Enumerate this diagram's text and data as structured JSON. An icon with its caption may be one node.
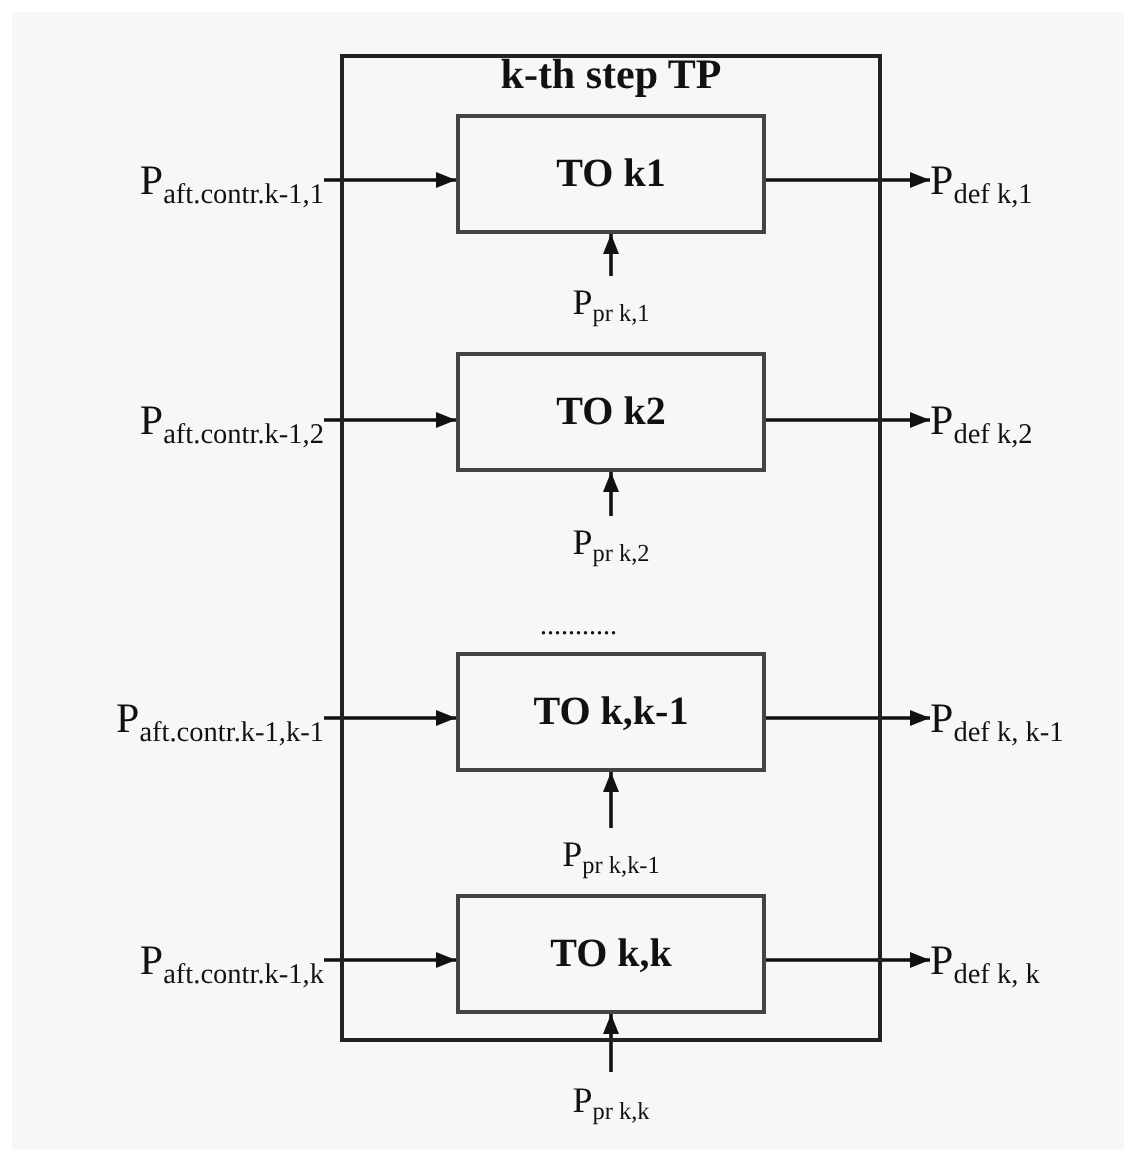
{
  "diagram": {
    "nodes": [
      {
        "text": [
          "k-th step TP"
        ]
      },
      {
        "text": [
          "P$_{aft.contr.k-1,1}$"
        ]
      },
      {
        "text": [
          "TO k1"
        ],
        "in": 0
      },
      {
        "text": [
          "P$_{def k,1}$"
        ]
      },
      {
        "text": [
          "P$_{pr k,1}$"
        ],
        "in": 0
      },
      {
        "text": [
          "P$_{aft.contr.k-1,2}$"
        ]
      },
      {
        "text": [
          "TO k2"
        ],
        "in": 0
      },
      {
        "text": [
          "P$_{def k,2}$"
        ]
      },
      {
        "text": [
          "P$_{pr k,2}$"
        ],
        "in": 0
      },
      {
        "text": [
          "P$_{aft.contr.k-1,k-1}$"
        ]
      },
      {
        "text": [
          "TO k,k-1"
        ],
        "in": 0
      },
      {
        "text": [
          "P$_{def k, k-1}$"
        ]
      },
      {
        "text": [
          "P$_{pr k,k-1}$"
        ],
        "in": 0
      },
      {
        "text": [
          "P$_{aft.contr.k-1,k}$"
        ]
      },
      {
        "text": [
          "TO k,k"
        ],
        "in": 0
      },
      {
        "text": [
          "P$_{def k, k}$"
        ]
      },
      {
        "text": [
          "P$_{pr k,k}$"
        ]
      }
    ],
    "edges": [
      {
        "from": 1,
        "to": 2,
        "arrow": "to"
      },
      {
        "from": 2,
        "to": 3,
        "arrow": "to"
      },
      {
        "from": 4,
        "to": 2,
        "arrow": "to"
      },
      {
        "from": 5,
        "to": 6,
        "arrow": "to"
      },
      {
        "from": 6,
        "to": 7,
        "arrow": "to"
      },
      {
        "from": 8,
        "to": 6,
        "arrow": "to"
      },
      {
        "from": 9,
        "to": 10,
        "arrow": "to"
      },
      {
        "from": 10,
        "to": 11,
        "arrow": "to"
      },
      {
        "from": 12,
        "to": 10,
        "arrow": "to"
      },
      {
        "from": 13,
        "to": 14,
        "arrow": "to"
      },
      {
        "from": 14,
        "to": 15,
        "arrow": "to"
      },
      {
        "from": 16,
        "to": 14,
        "arrow": "to"
      }
    ],
    "labels": [
      "..........."
    ]
  }
}
